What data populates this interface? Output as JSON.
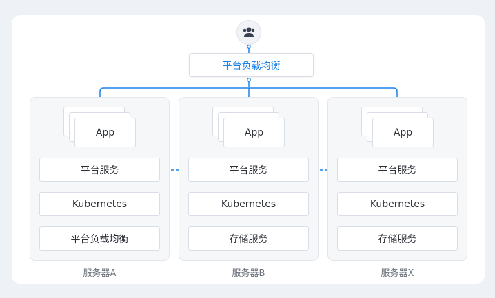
{
  "load_balancer": {
    "label": "平台负载均衡"
  },
  "servers": [
    {
      "app_label": "App",
      "layers": [
        "平台服务",
        "Kubernetes",
        "平台负载均衡"
      ],
      "caption": "服务器A"
    },
    {
      "app_label": "App",
      "layers": [
        "平台服务",
        "Kubernetes",
        "存储服务"
      ],
      "caption": "服务器B"
    },
    {
      "app_label": "App",
      "layers": [
        "平台服务",
        "Kubernetes",
        "存储服务"
      ],
      "caption": "服务器X"
    }
  ],
  "icons": {
    "top": "users-icon"
  },
  "colors": {
    "accent": "#1a82e8",
    "border": "#d9dee6",
    "server_bg": "#f6f7f9"
  }
}
